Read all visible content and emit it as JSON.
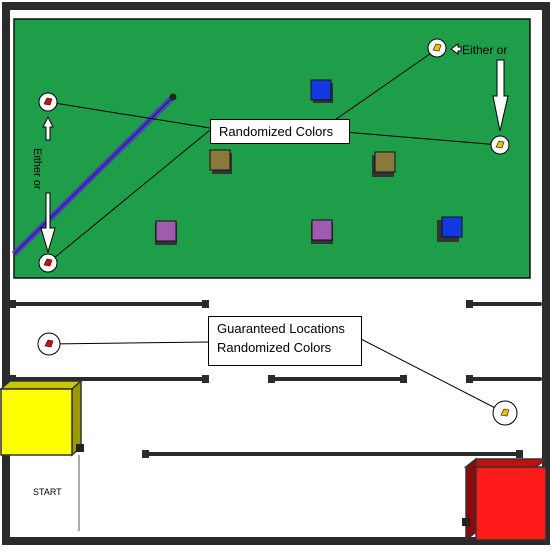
{
  "labels": {
    "randomized_colors": "Randomized Colors",
    "either_or_right": "Either or",
    "either_or_left": "Either or",
    "guaranteed_line1": "Guaranteed Locations",
    "guaranteed_line2": "Randomized Colors",
    "start": "START"
  },
  "colors": {
    "field_green": "#1f9e4a",
    "wall": "#2b2b2b",
    "ramp_blue": "#4a3fbf",
    "cube_blue": "#1238e0",
    "cube_olive": "#8a7a3a",
    "cube_purple": "#a05ab0",
    "start_yellow": "#ffff00",
    "goal_red": "#ff1a1a",
    "marker_red": "#d01010",
    "marker_yellow": "#e8c000"
  }
}
